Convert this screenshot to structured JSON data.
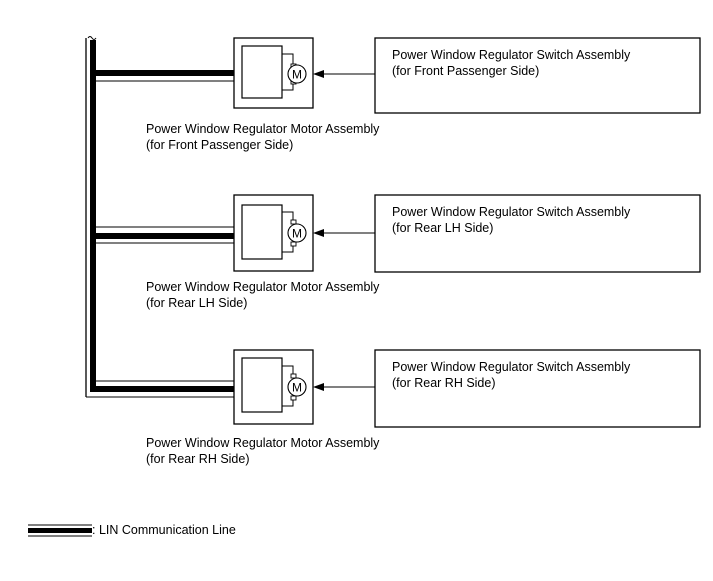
{
  "motors": [
    {
      "label_line1": "Power Window Regulator Motor Assembly",
      "label_line2": "(for Front Passenger Side)",
      "symbol": "M"
    },
    {
      "label_line1": "Power Window Regulator Motor Assembly",
      "label_line2": "(for Rear LH Side)",
      "symbol": "M"
    },
    {
      "label_line1": "Power Window Regulator Motor Assembly",
      "label_line2": "(for Rear RH Side)",
      "symbol": "M"
    }
  ],
  "switches": [
    {
      "label_line1": "Power Window Regulator Switch Assembly",
      "label_line2": "(for Front Passenger Side)"
    },
    {
      "label_line1": "Power Window Regulator Switch Assembly",
      "label_line2": "(for Rear LH Side)"
    },
    {
      "label_line1": "Power Window Regulator Switch Assembly",
      "label_line2": "(for Rear RH Side)"
    }
  ],
  "legend": {
    "label": ": LIN Communication Line"
  }
}
